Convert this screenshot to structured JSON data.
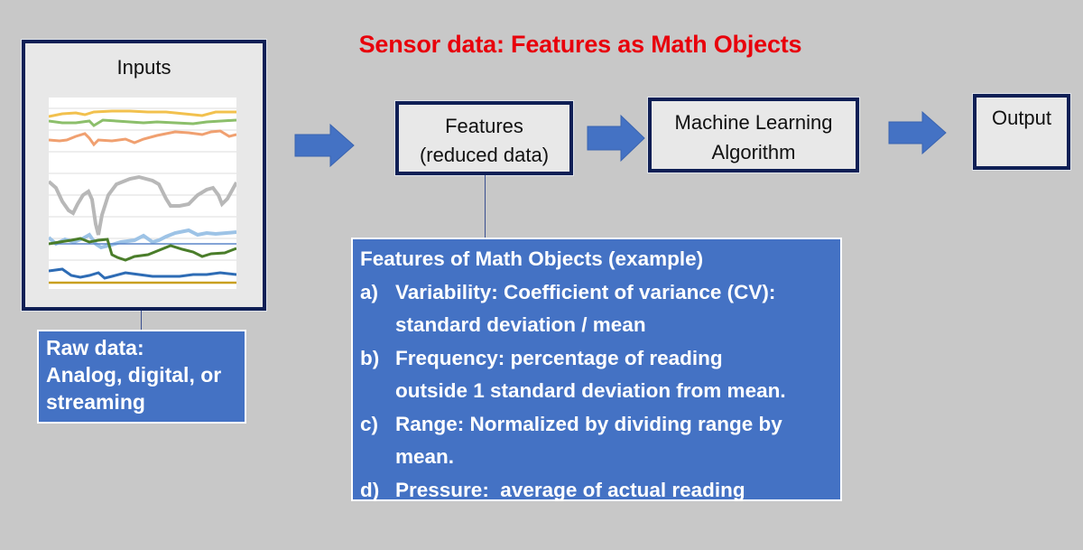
{
  "title": "Sensor data: Features as Math Objects",
  "colors": {
    "background": "#c8c8c8",
    "title_red": "#e8000b",
    "box_navy_border": "#0f1f55",
    "box_fill": "#e8e8e8",
    "accent_blue": "#4472c4"
  },
  "inputs": {
    "label": "Inputs",
    "chart_series_colors": [
      "#f2c14e",
      "#8cbf6b",
      "#f0a070",
      "#b8b8b8",
      "#9dc3e6",
      "#4a7d2a",
      "#2e6cb5",
      "#c9a020"
    ]
  },
  "raw_data": {
    "lines": [
      "Raw data:",
      "Analog, digital, or",
      "streaming"
    ]
  },
  "features": {
    "lines": [
      "Features",
      "(reduced data)"
    ]
  },
  "ml": {
    "lines": [
      "Machine Learning",
      "Algorithm"
    ]
  },
  "output": {
    "label": "Output"
  },
  "math_objects": {
    "heading": "Features of Math Objects (example)",
    "items": [
      {
        "marker": "a)",
        "text": "Variability: Coefficient of variance (CV):",
        "continuation": "standard deviation / mean"
      },
      {
        "marker": "b)",
        "text": "Frequency: percentage of reading",
        "continuation": "outside 1 standard deviation from mean."
      },
      {
        "marker": "c)",
        "text": "Range: Normalized by dividing range by",
        "continuation": "mean."
      },
      {
        "marker": "d)",
        "text": "Pressure:  average of actual reading",
        "continuation": null
      }
    ]
  },
  "arrows": [
    {
      "name": "inputs-to-features",
      "icon": "right-arrow-icon"
    },
    {
      "name": "features-to-ml",
      "icon": "right-arrow-icon"
    },
    {
      "name": "ml-to-output",
      "icon": "right-arrow-icon"
    }
  ]
}
